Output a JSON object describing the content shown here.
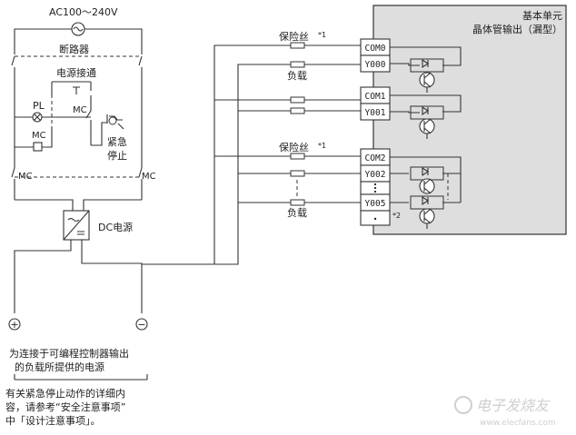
{
  "supply": {
    "voltage": "AC100～240V"
  },
  "breaker": {
    "label": "断路器"
  },
  "power_on": {
    "label": "电源接通"
  },
  "pilot_lamp": {
    "label": "PL"
  },
  "contactor": {
    "label": "MC",
    "label_side_left": "MC",
    "label_side_right": "MC",
    "label_coil": "MC",
    "label_contact": "MC"
  },
  "emergency_stop": {
    "line1": "紧急",
    "line2": "停止"
  },
  "dc_supply": {
    "label": "DC电源"
  },
  "unit": {
    "title": "基本单元",
    "subtitle": "晶体管输出（漏型）"
  },
  "terminals": [
    "COM0",
    "Y000",
    "COM1",
    "Y001",
    "COM2",
    "Y002",
    "Y005"
  ],
  "fuse_label_top": "保险丝",
  "fuse_label_mid": "保险丝",
  "fuse_note_top": "*1",
  "fuse_note_mid": "*1",
  "load_label_top": "负载",
  "load_label_bottom": "负载",
  "terminal_note": "*2",
  "polarity": {
    "plus": "+",
    "minus": "−"
  },
  "caption_supply": {
    "line1": "为连接于可编程控制器输出",
    "line2": "的负载所提供的电源"
  },
  "caption_notes": {
    "line1": "有关紧急停止动作的详细内",
    "line2": "容，请参考“安全注意事项”",
    "line3": "中「设计注意事项」。"
  },
  "watermark": {
    "cn": "电子发烧友",
    "en": "www.elecfans.com"
  },
  "colors": {
    "unit_fill": "#dedede",
    "line": "#333333",
    "text": "#222222",
    "watermark": "#cfcfcf"
  }
}
